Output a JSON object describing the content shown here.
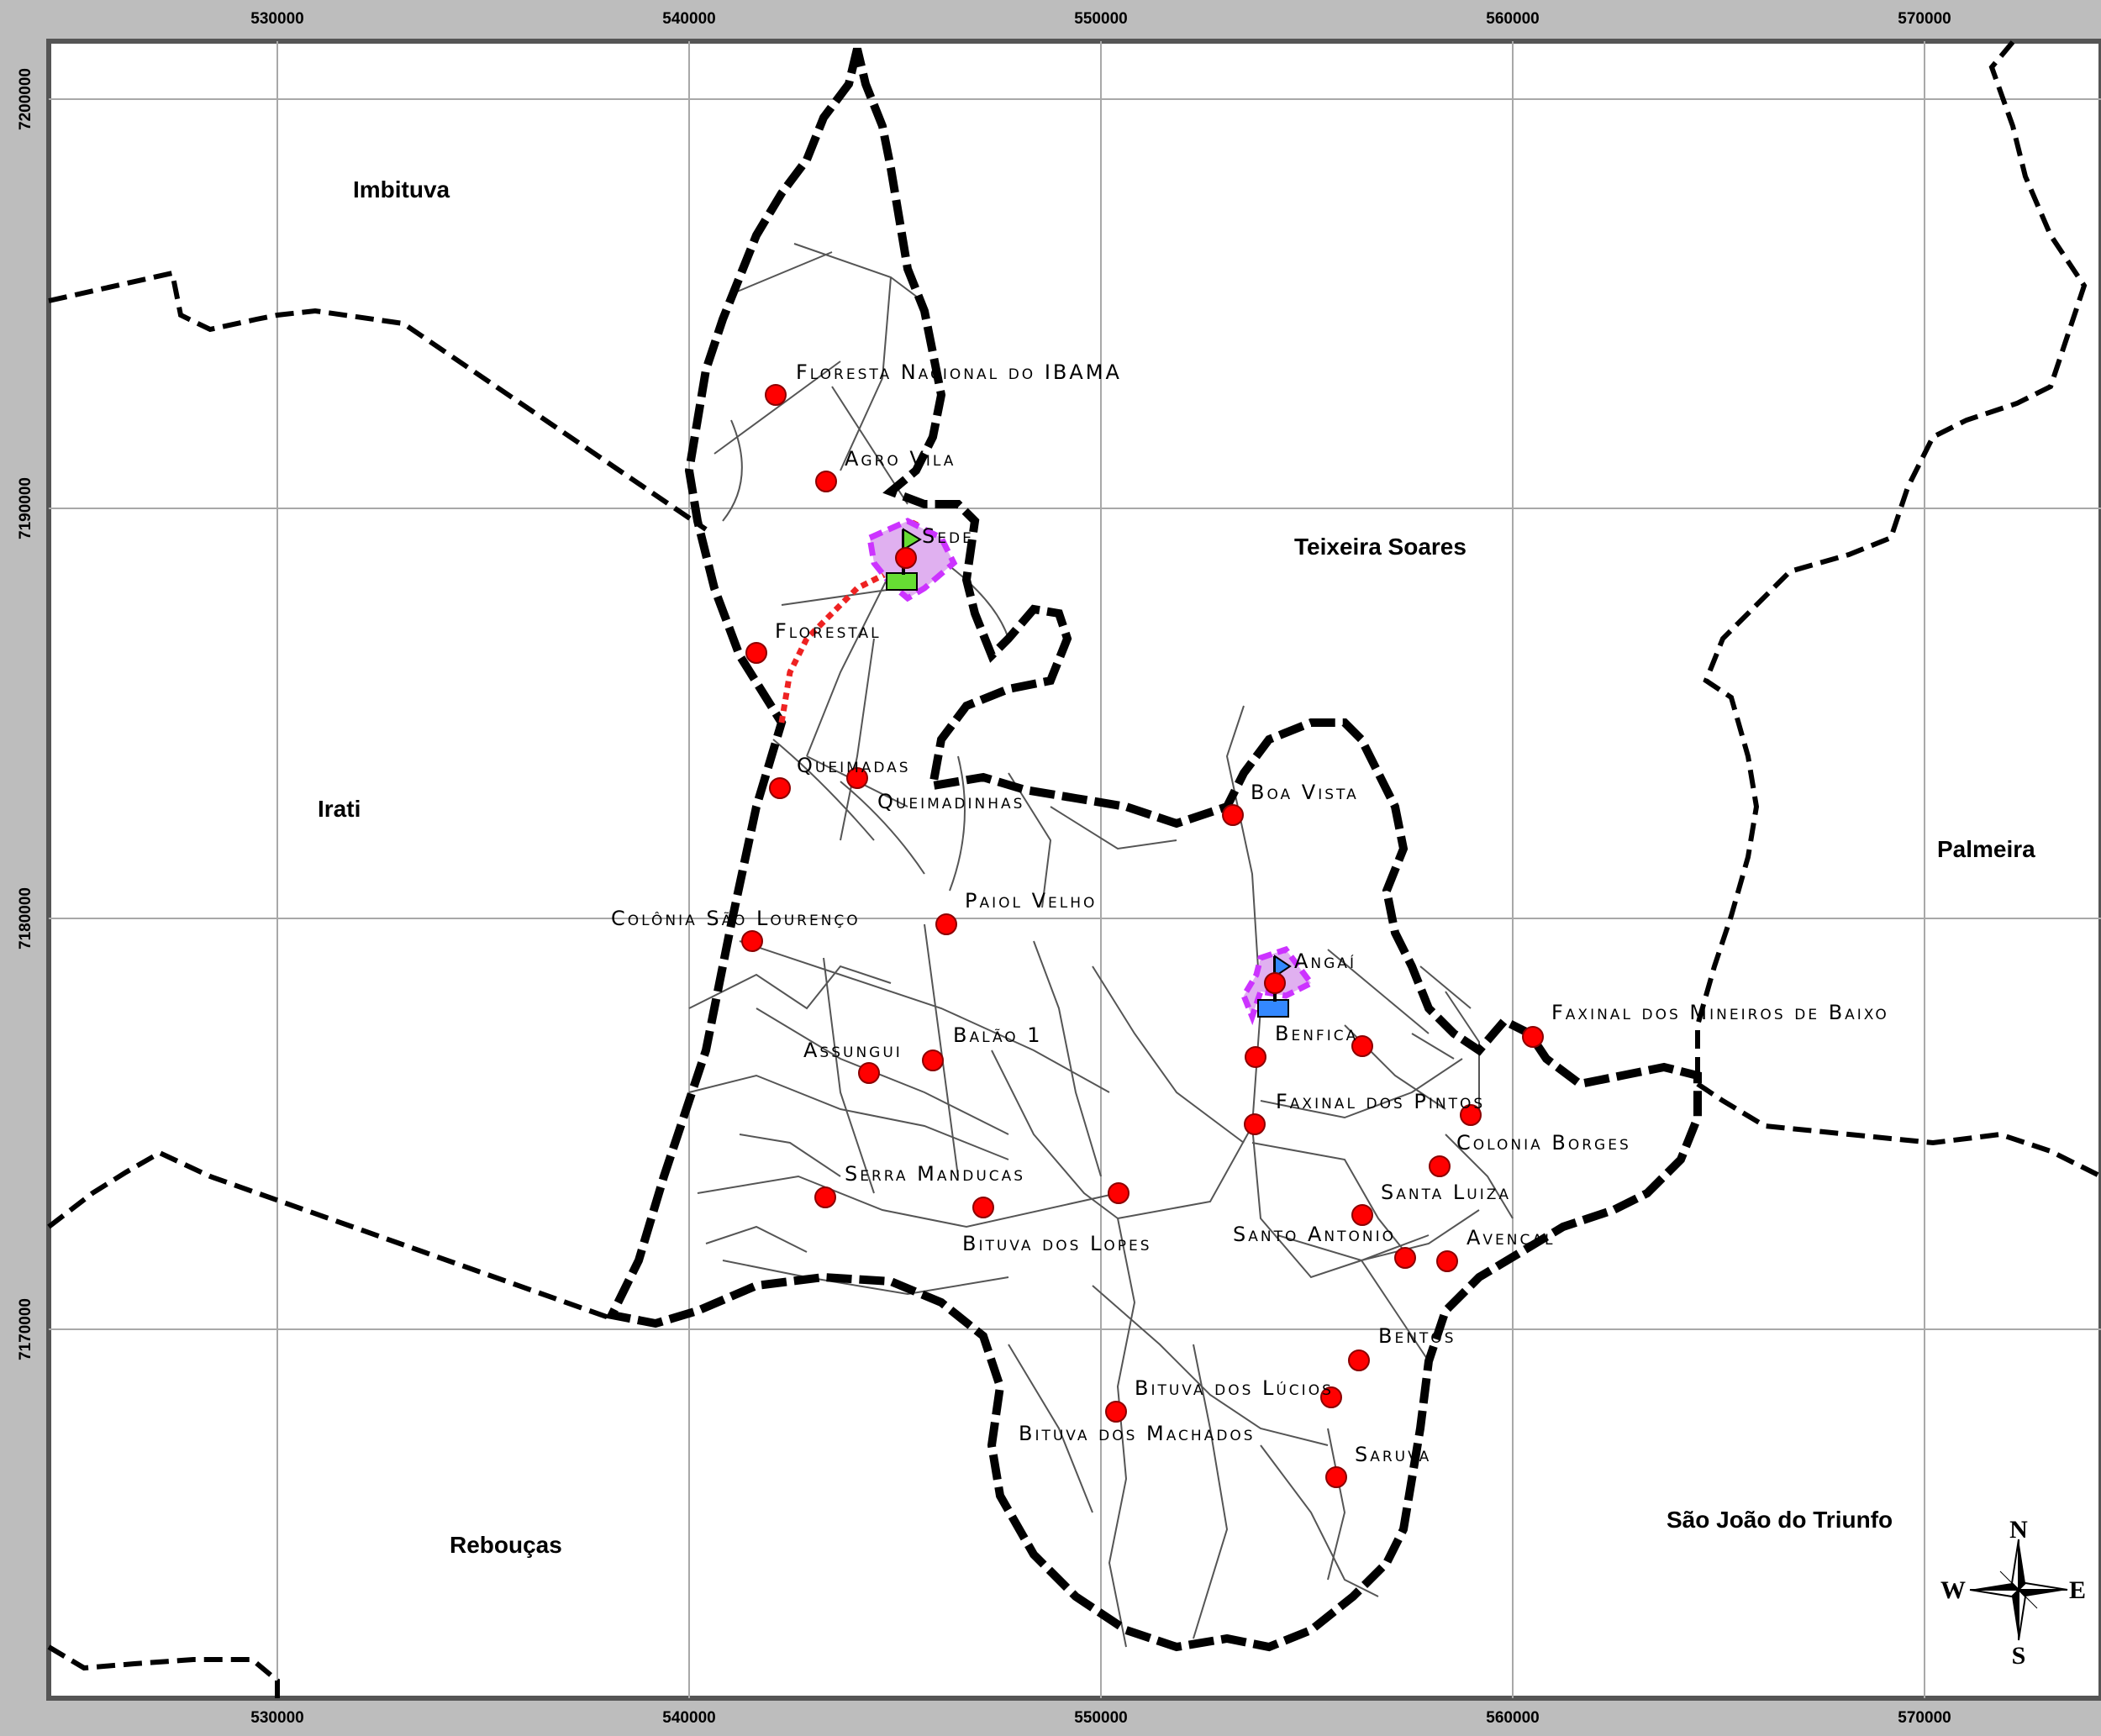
{
  "axes": {
    "x_ticks": [
      "530000",
      "540000",
      "550000",
      "560000",
      "570000"
    ],
    "y_ticks": [
      "7200000",
      "7190000",
      "7180000",
      "7170000"
    ]
  },
  "municipalities": {
    "imbituva": "Imbituva",
    "teixeira_soares": "Teixeira Soares",
    "irati": "Irati",
    "palmeira": "Palmeira",
    "reboucas": "Rebouças",
    "sao_joao_do_triunfo": "São João do Triunfo"
  },
  "localities": {
    "floresta_nacional": "Floresta Nacional do IBAMA",
    "agro_vila": "Agro Vila",
    "sede": "Sede",
    "florestal": "Florestal",
    "queimadas": "Queimadas",
    "queimadinhas": "Queimadinhas",
    "boa_vista": "Boa Vista",
    "paiol_velho": "Paiol Velho",
    "colonia_sao_lourenco": "Colônia São Lourenço",
    "angai": "Angaí",
    "faxinal_mineiros": "Faxinal dos Mineiros de Baixo",
    "benfica": "Benfica",
    "assungui": "Assungui",
    "balao_1": "Balão 1",
    "faxinal_pintos": "Faxinal dos Pintos",
    "colonia_borges": "Colonia Borges",
    "santa_luiza": "Santa Luiza",
    "serra_manducas": "Serra Manducas",
    "santo_antonio": "Santo Antonio",
    "avencal": "Avencal",
    "bituva_lopes": "Bituva dos Lopes",
    "bentos": "Bentos",
    "bituva_lucios": "Bituva dos Lúcios",
    "bituva_machados": "Bituva dos Machados",
    "saruva": "Saruva"
  },
  "compass": {
    "n": "N",
    "s": "S",
    "e": "E",
    "w": "W"
  },
  "colors": {
    "background": "#bdbdbd",
    "map_face": "#ffffff",
    "grid": "#a8a8a8",
    "roads": "#555555",
    "boundary": "#000000",
    "locality_point": "#ff0000",
    "urban_area": "#cc33ff",
    "sede_marker": "#66dd33",
    "angai_marker": "#3388ff",
    "railway": "#ee2222"
  }
}
